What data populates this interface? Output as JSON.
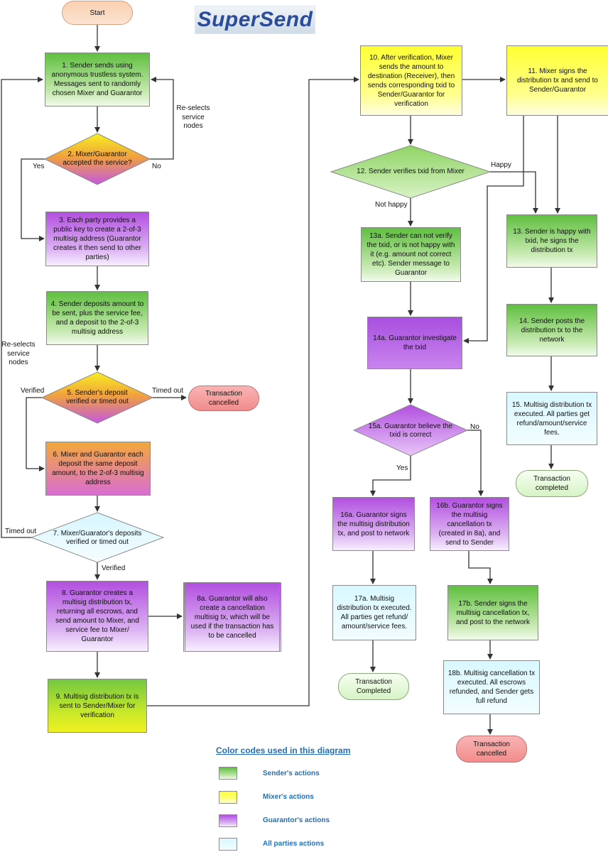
{
  "logo_text": "SuperSend",
  "nodes": {
    "start": "Start",
    "n1": "1. Sender sends using anonymous trustless system. Messages sent to randomly chosen Mixer and Guarantor",
    "n2": "2. Mixer/Guarantor accepted the service?",
    "n3": "3. Each party provides a public key to create a 2-of-3 multisig address (Guarantor creates it then send to other parties)",
    "n4": "4. Sender deposits amount to be sent, plus the service fee, and a deposit to the 2-of-3 multisig address",
    "n5": "5. Sender's deposit verified or timed out",
    "n5_cancel": "Transaction cancelled",
    "n6": "6. Mixer and Guarantor each deposit the same deposit amount, to the 2-of-3 multisig address",
    "n7": "7. Mixer/Guarator's deposits verified or timed out",
    "n8": "8. Guarantor creates a multisig distribution tx, returning all escrows, and send amount to Mixer, and service fee to Mixer/ Guarantor",
    "n8a": "8a. Guarantor will also create a cancellation multisig tx, which will be used if the transaction has to be cancelled",
    "n9": "9. Multisig distribution tx is sent to Sender/Mixer for verification",
    "n10": "10. After verification, Mixer sends the amount to destination (Receiver), then sends corresponding  txid to Sender/Guarantor for verification",
    "n11": "11. Mixer signs the distribution tx and send to Sender/Guarantor",
    "n12": "12. Sender verifies txid from Mixer",
    "n13a": "13a. Sender can not verify the txid, or is not happy with it (e.g. amount not correct etc). Sender message to Guarantor",
    "n13": "13. Sender is happy with txid, he signs the distribution tx",
    "n14a": "14a. Guarantor investigate the txid",
    "n14": "14. Sender posts the distribution tx to the network",
    "n15a": "15a. Guarantor believe the txid is correct",
    "n15": "15. Multisig distribution tx executed. All parties get refund/amount/service fees.",
    "n15_done": "Transaction completed",
    "n16a": "16a. Guarantor signs the multisig distribution tx, and post to network",
    "n16b": "16b. Guarantor signs the multisig cancellation tx (created in 8a), and send to Sender",
    "n17a": "17a. Multisig distribution tx executed. All parties get refund/ amount/service fees.",
    "n17a_done": "Transaction Completed",
    "n17b": "17b. Sender signs the multisig cancellation tx, and post to the network",
    "n18b": "18b. Multisig cancellation tx executed. All escrows refunded, and Sender gets full refund",
    "n18b_cancel": "Transaction cancelled"
  },
  "edge_labels": {
    "reselect1": "Re-selects service nodes",
    "yes2": "Yes",
    "no2": "No",
    "reselect2": "Re-selects service nodes",
    "verified5": "Verified",
    "timedout5": "Timed out",
    "timedout7": "Timed out",
    "verified7": "Verified",
    "happy12": "Happy",
    "nothappy12": "Not happy",
    "no15a": "No",
    "yes15a": "Yes"
  },
  "legend": {
    "title": "Color codes used in this diagram",
    "items": [
      {
        "label": "Sender's actions",
        "color": "#6cc04a"
      },
      {
        "label": "Mixer's actions",
        "color": "#ffff33"
      },
      {
        "label": "Guarantor's actions",
        "color": "#b24fe0"
      },
      {
        "label": "All parties actions",
        "color": "#d8f8ff"
      }
    ]
  },
  "colors": {
    "sender": "#6cc04a",
    "mixer": "#ffff33",
    "guarantor": "#b24fe0",
    "all_parties": "#d8f8ff",
    "connector": "#333333"
  }
}
